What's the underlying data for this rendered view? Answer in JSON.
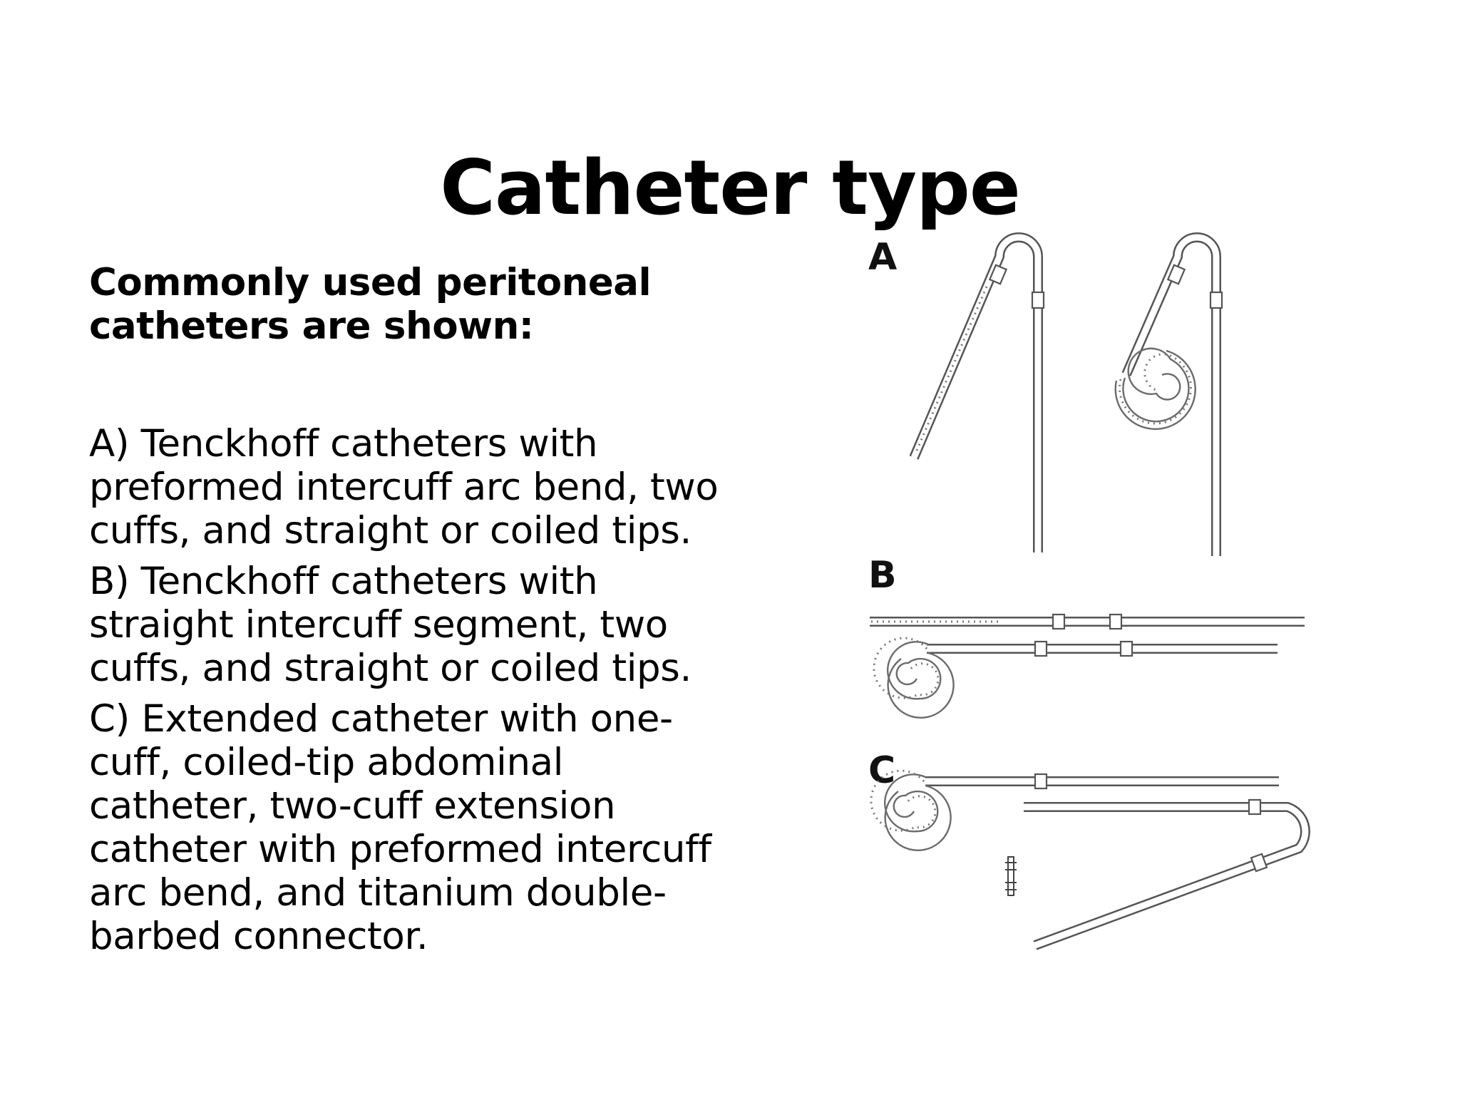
{
  "slide": {
    "title": "Catheter type",
    "intro": "Commonly used peritoneal catheters are shown:",
    "items": [
      "A) Tenckhoff catheters with preformed intercuff arc bend, two cuffs, and straight or coiled tips.",
      "B) Tenckhoff catheters with straight intercuff segment, two cuffs, and straight or coiled tips.",
      "C) Extended catheter with one-cuff, coiled-tip abdominal catheter, two-cuff extension catheter with preformed intercuff arc bend, and titanium double-barbed connector."
    ]
  },
  "figure": {
    "labels": {
      "a": "A",
      "b": "B",
      "c": "C"
    }
  }
}
